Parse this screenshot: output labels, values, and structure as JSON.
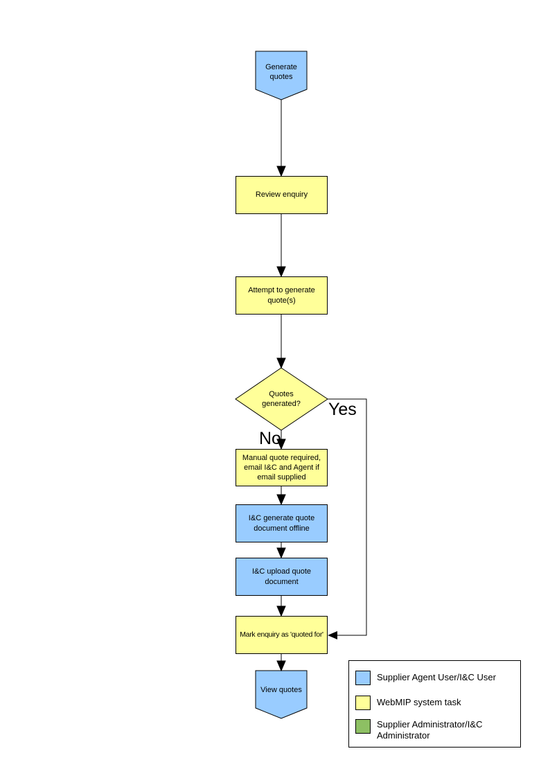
{
  "colors": {
    "user_task": "#99CCFF",
    "system_task": "#FFFF99",
    "admin_task": "#8DC063",
    "line": "#000000",
    "page_background": "#FFFFFF"
  },
  "flowchart": {
    "nodes": [
      {
        "id": "start",
        "type": "pentagon-down",
        "label": "Generate quotes",
        "fill": "user_task"
      },
      {
        "id": "review",
        "type": "process",
        "label": "Review enquiry",
        "fill": "system_task"
      },
      {
        "id": "attempt",
        "type": "process",
        "label": "Attempt to generate quote(s)",
        "fill": "system_task"
      },
      {
        "id": "decision",
        "type": "decision",
        "label": "Quotes generated?",
        "fill": "system_task"
      },
      {
        "id": "manual",
        "type": "process",
        "label": "Manual quote required, email I&C and Agent if email supplied",
        "fill": "system_task"
      },
      {
        "id": "generate-offline",
        "type": "process",
        "label": "I&C generate quote document offline",
        "fill": "user_task"
      },
      {
        "id": "upload",
        "type": "process",
        "label": "I&C upload quote document",
        "fill": "user_task"
      },
      {
        "id": "mark-quoted",
        "type": "process",
        "label": "Mark enquiry as 'quoted for'",
        "fill": "system_task"
      },
      {
        "id": "end",
        "type": "pentagon-down",
        "label": "View quotes",
        "fill": "user_task"
      }
    ],
    "edge_labels": {
      "yes": "Yes",
      "no": "No"
    }
  },
  "legend": {
    "items": [
      {
        "color_key": "user_task",
        "label": "Supplier Agent User/I&C User"
      },
      {
        "color_key": "system_task",
        "label": "WebMIP system task"
      },
      {
        "color_key": "admin_task",
        "label": "Supplier Administrator/I&C Administrator"
      }
    ]
  }
}
